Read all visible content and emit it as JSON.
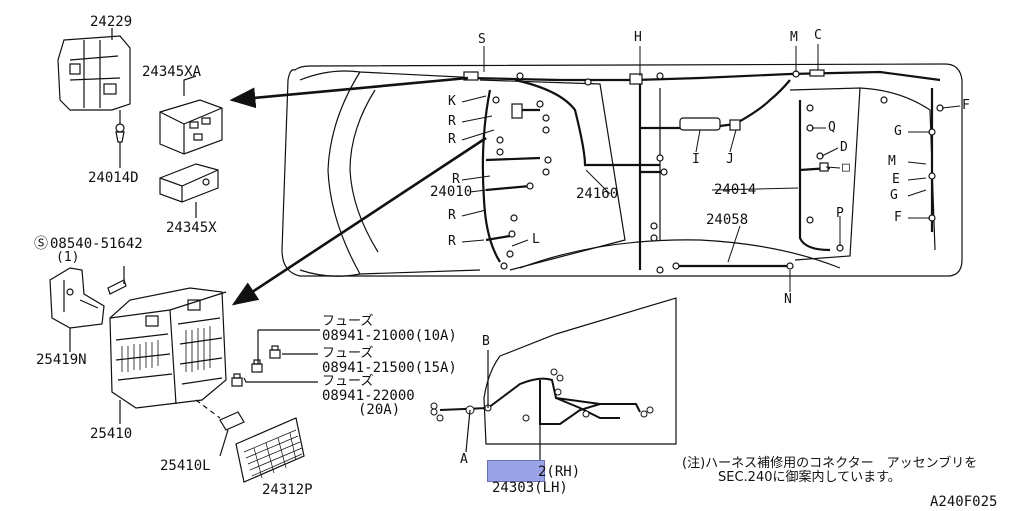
{
  "parts": {
    "p24229": "24229",
    "p24345xa": "24345XA",
    "p24014d": "24014D",
    "p24345x": "24345X",
    "p08540": "08540-51642",
    "p08540_qty": "(1)",
    "p25419n": "25419N",
    "p25410": "25410",
    "p25410l": "25410L",
    "p24312p": "24312P",
    "p24010": "24010",
    "p24160": "24160",
    "p24014": "24014",
    "p24058": "24058",
    "p24303_rh_suffix": "2(RH)",
    "p24303_lh": "24303(LH)"
  },
  "fuses": {
    "label1": "フューズ",
    "part1": "08941-21000(10A)",
    "label2": "フューズ",
    "part2": "08941-21500(15A)",
    "label3": "フューズ",
    "part3": "08941-22000",
    "amp3": "(20A)"
  },
  "connectors": {
    "S": "S",
    "H": "H",
    "M_top": "M",
    "C": "C",
    "K": "K",
    "R1": "R",
    "R2": "R",
    "R3": "R",
    "R4": "R",
    "R5": "R",
    "L": "L",
    "I": "I",
    "J": "J",
    "Q": "Q",
    "D": "D",
    "P": "P",
    "N": "N",
    "F_top": "F",
    "G_top": "G",
    "M_right": "M",
    "E": "E",
    "G_right": "G",
    "F_right": "F",
    "A": "A",
    "B": "B"
  },
  "note": {
    "line1": "(注)ハーネス補修用のコネクター　アッセンブリを",
    "line2": "SEC.240に御案内しています。"
  },
  "code": "A240F025",
  "colors": {
    "line": "#111111",
    "highlight": "#9aa3e6"
  }
}
